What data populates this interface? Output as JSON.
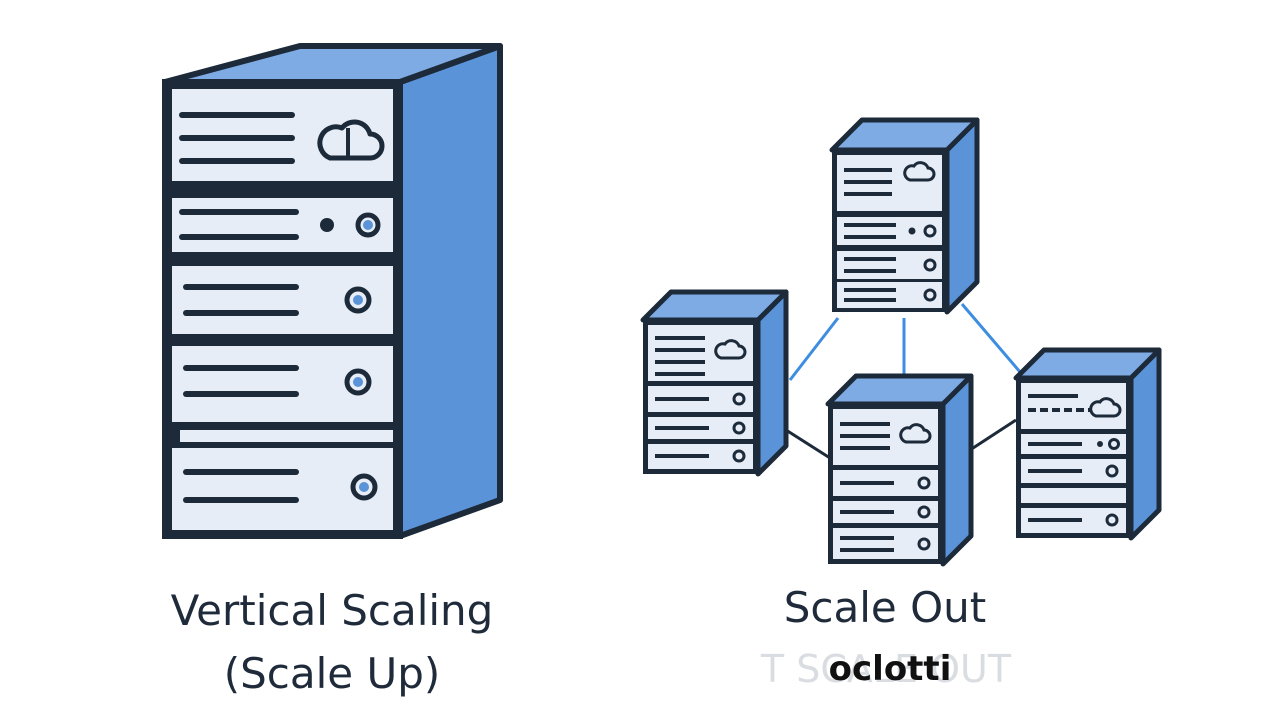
{
  "colors": {
    "outline": "#1c2a3a",
    "face": "#e6edf7",
    "side": "#5b93d8",
    "top": "#7eabe3",
    "slot": "#dfe8f5",
    "accent_dot": "#5b93d8",
    "link_blue": "#3d8de0",
    "link_dark": "#1c2a3a"
  },
  "vertical": {
    "title_line1": "Vertical Scaling",
    "title_line2": "(Scale Up)",
    "icons": [
      "cloud-icon",
      "status-led-icon",
      "power-button-icon"
    ]
  },
  "horizontal": {
    "title": "Scale Out",
    "subtitle": "oclotti",
    "ghost_text": "T SCALE OUT",
    "node_count": 4,
    "links": [
      {
        "from": "top",
        "to": "left",
        "style": "blue"
      },
      {
        "from": "top",
        "to": "center",
        "style": "blue"
      },
      {
        "from": "top",
        "to": "right",
        "style": "blue"
      },
      {
        "from": "left",
        "to": "center",
        "style": "dark"
      },
      {
        "from": "center",
        "to": "right",
        "style": "dark"
      }
    ]
  }
}
